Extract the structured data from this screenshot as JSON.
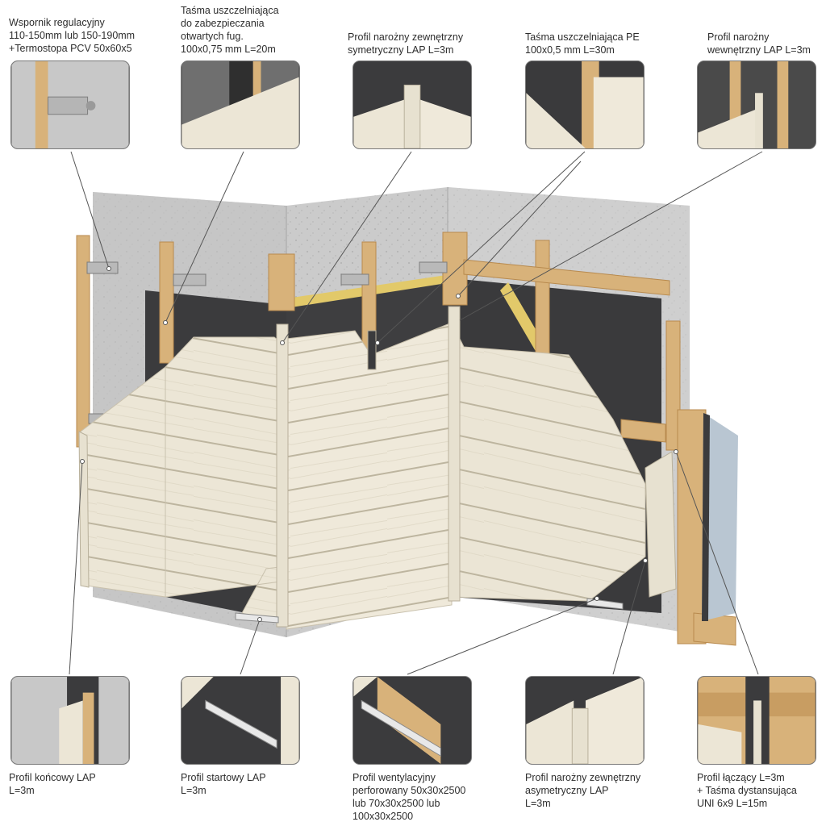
{
  "labels": {
    "top": [
      {
        "id": "wspornik",
        "text": "Wspornik regulacyjny\n110-150mm lub 150-190mm\n+Termostopa PCV 50x60x5"
      },
      {
        "id": "tasma-fug",
        "text": "Taśma uszczelniająca\ndo zabezpieczania\notwartych fug.\n100x0,75 mm L=20m"
      },
      {
        "id": "profil-zew-sym",
        "text": "Profil narożny zewnętrzny\nsymetryczny LAP L=3m"
      },
      {
        "id": "tasma-pe",
        "text": "Taśma uszczelniająca PE\n100x0,5 mm L=30m"
      },
      {
        "id": "profil-wew",
        "text": "Profil narożny\nwewnętrzny LAP L=3m"
      }
    ],
    "bottom": [
      {
        "id": "profil-koncowy",
        "text": "Profil końcowy LAP\nL=3m"
      },
      {
        "id": "profil-startowy",
        "text": "Profil startowy LAP\nL=3m"
      },
      {
        "id": "profil-wentylacyjny",
        "text": "Profil wentylacyjny\nperforowany 50x30x2500\nlub 70x30x2500 lub\n100x30x2500"
      },
      {
        "id": "profil-zew-asym",
        "text": "Profil narożny zewnętrzny\nasymetryczny LAP\nL=3m"
      },
      {
        "id": "profil-laczacy",
        "text": "Profil łączący L=3m\n+ Taśma dystansująca\nUNI 6x9 L=15m"
      }
    ]
  },
  "colors": {
    "concrete": "#c9c9c9",
    "concrete_dark": "#b3b3b3",
    "membrane": "#3b3b3d",
    "wood": "#d8b27a",
    "wood_dark": "#b88a4e",
    "siding": "#ece6d6",
    "siding_line": "#cfc7b3",
    "insulation": "#e2c96a",
    "leader": "#555555",
    "frame": "#7a7a7a"
  }
}
